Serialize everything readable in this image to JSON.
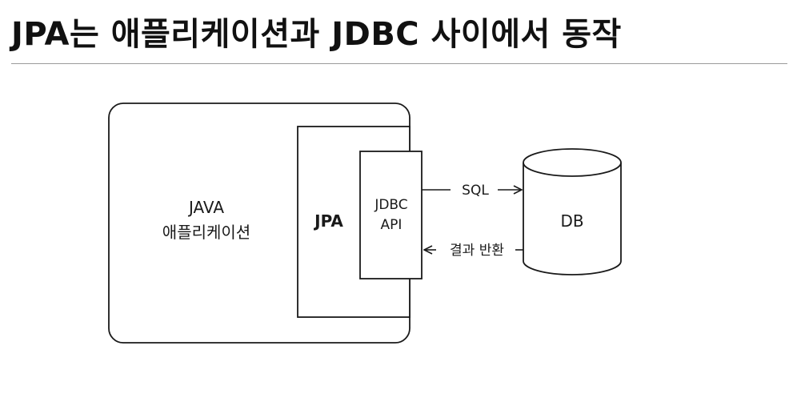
{
  "title": "JPA는 애플리케이션과 JDBC 사이에서 동작",
  "diagram": {
    "app_box": {
      "line1": "JAVA",
      "line2": "애플리케이션"
    },
    "jpa_box": {
      "label": "JPA"
    },
    "jdbc_box": {
      "line1": "JDBC",
      "line2": "API"
    },
    "db": {
      "label": "DB"
    },
    "arrows": {
      "to_db": "SQL",
      "from_db": "결과 반환"
    },
    "colors": {
      "stroke": "#1a1a1a",
      "background": "#ffffff"
    }
  }
}
